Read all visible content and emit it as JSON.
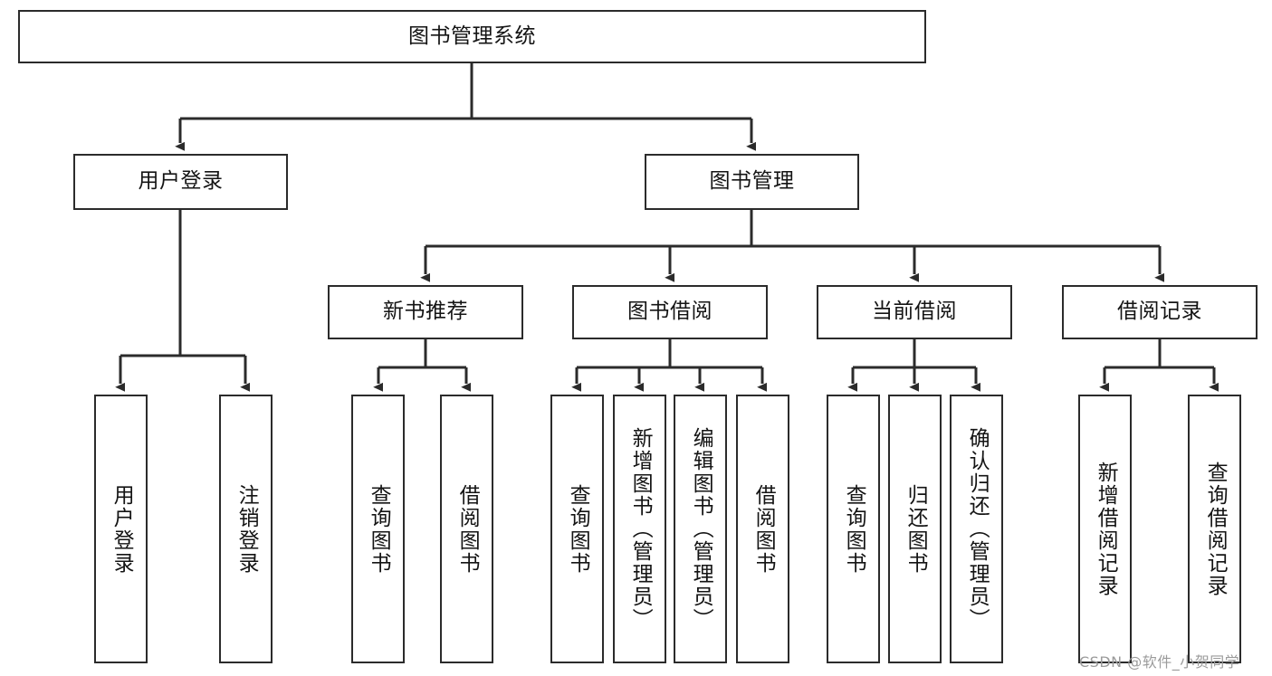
{
  "diagram": {
    "type": "tree-hierarchy-chart",
    "title": "图书管理系统",
    "background_color": "#ffffff",
    "box_border_color": "#2b2b2b",
    "connector_color": "#2b2b2b",
    "text_color": "#141414"
  },
  "nodes": {
    "root": {
      "label": "图书管理系统",
      "orientation": "horizontal"
    },
    "level1": [
      {
        "id": "user-login",
        "label": "用户登录",
        "orientation": "horizontal"
      },
      {
        "id": "book-management",
        "label": "图书管理",
        "orientation": "horizontal"
      }
    ],
    "level2": [
      {
        "id": "new-book-recommend",
        "label": "新书推荐",
        "orientation": "horizontal"
      },
      {
        "id": "book-borrow",
        "label": "图书借阅",
        "orientation": "horizontal"
      },
      {
        "id": "current-borrow",
        "label": "当前借阅",
        "orientation": "horizontal"
      },
      {
        "id": "borrow-record",
        "label": "借阅记录",
        "orientation": "horizontal"
      }
    ],
    "leaves": [
      {
        "id": "leaf-user-login",
        "label": "用户登录",
        "parent": "user-login",
        "orientation": "vertical"
      },
      {
        "id": "leaf-user-logout",
        "label": "注销登录",
        "parent": "user-login",
        "orientation": "vertical"
      },
      {
        "id": "leaf-query-book-1",
        "label": "查询图书",
        "parent": "new-book-recommend",
        "orientation": "vertical"
      },
      {
        "id": "leaf-borrow-book-1",
        "label": "借阅图书",
        "parent": "new-book-recommend",
        "orientation": "vertical"
      },
      {
        "id": "leaf-query-book-2",
        "label": "查询图书",
        "parent": "book-borrow",
        "orientation": "vertical"
      },
      {
        "id": "leaf-add-book",
        "label": "新增图书（管理员）",
        "parent": "book-borrow",
        "orientation": "vertical"
      },
      {
        "id": "leaf-edit-book",
        "label": "编辑图书（管理员）",
        "parent": "book-borrow",
        "orientation": "vertical"
      },
      {
        "id": "leaf-borrow-book-2",
        "label": "借阅图书",
        "parent": "book-borrow",
        "orientation": "vertical"
      },
      {
        "id": "leaf-query-book-3",
        "label": "查询图书",
        "parent": "current-borrow",
        "orientation": "vertical"
      },
      {
        "id": "leaf-return-book",
        "label": "归还图书",
        "parent": "current-borrow",
        "orientation": "vertical"
      },
      {
        "id": "leaf-confirm-return",
        "label": "确认归还（管理员）",
        "parent": "current-borrow",
        "orientation": "vertical"
      },
      {
        "id": "leaf-add-record",
        "label": "新增借阅记录",
        "parent": "borrow-record",
        "orientation": "vertical"
      },
      {
        "id": "leaf-query-record",
        "label": "查询借阅记录",
        "parent": "borrow-record",
        "orientation": "vertical"
      }
    ]
  },
  "watermark": {
    "text": "CSDN @软件_小贺同学",
    "color": "#9b9b9b"
  }
}
